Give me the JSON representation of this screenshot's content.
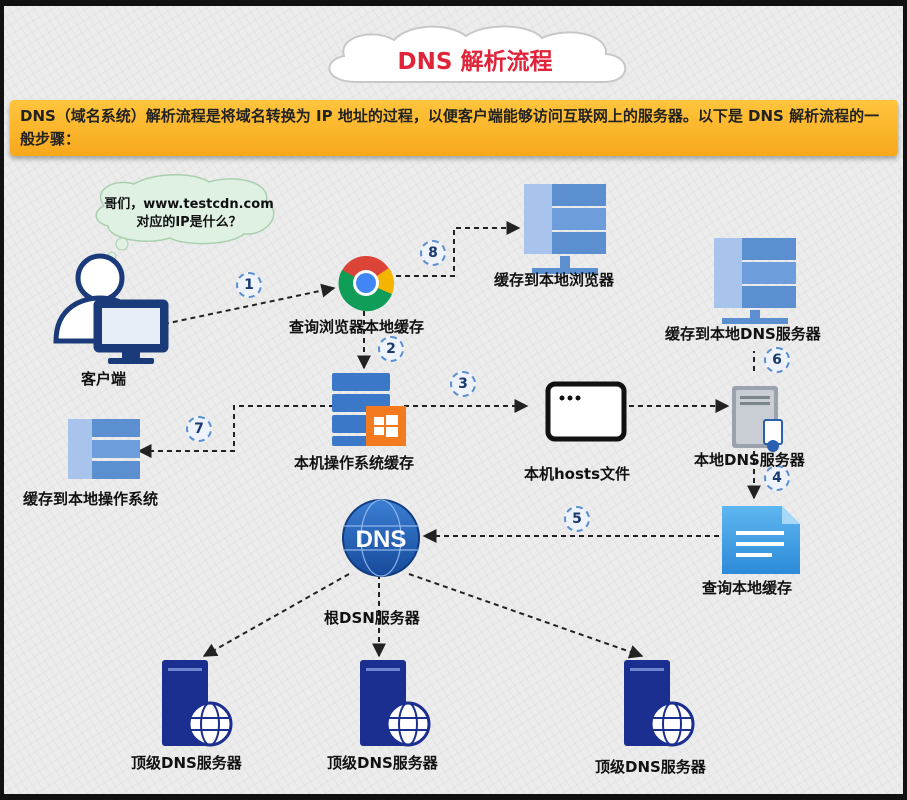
{
  "title": "DNS 解析流程",
  "intro": "DNS（域名系统）解析流程是将域名转换为 IP 地址的过程，以便客户端能够访问互联网上的服务器。以下是 DNS 解析流程的一般步骤：",
  "speech_bubble": {
    "line1": "哥们，www.testcdn.com",
    "line2": "对应的IP是什么？"
  },
  "nodes": {
    "client": "客户端",
    "browser_cache": "查询浏览器本地缓存",
    "cache_to_browser": "缓存到本地浏览器",
    "os_cache": "本机操作系统缓存",
    "cache_to_os": "缓存到本地操作系统",
    "hosts_file": "本机hosts文件",
    "cache_to_local_dns": "缓存到本地DNS服务器",
    "local_dns": "本地DNS服务器",
    "query_local_cache": "查询本地缓存",
    "root_dns": "根DSN服务器",
    "root_icon_text": "DNS",
    "tld_dns": [
      "顶级DNS服务器",
      "顶级DNS服务器",
      "顶级DNS服务器"
    ]
  },
  "steps": [
    "1",
    "2",
    "3",
    "4",
    "5",
    "6",
    "7",
    "8"
  ],
  "colors": {
    "title": "#e0243a",
    "banner": "#f9b52b",
    "arrow": "#222222",
    "server_blue": "#5b8fd0",
    "server_dark": "#1a2f8f",
    "dns_globe": "#1f5cb0",
    "windows": "#f47a20",
    "doc": "#3a9be0"
  },
  "icons": [
    "person-computer-icon",
    "chrome-icon",
    "server-stack-icon",
    "windows-icon",
    "terminal-window-icon",
    "tower-server-icon",
    "document-icon",
    "dns-globe-icon",
    "web-server-icon"
  ]
}
